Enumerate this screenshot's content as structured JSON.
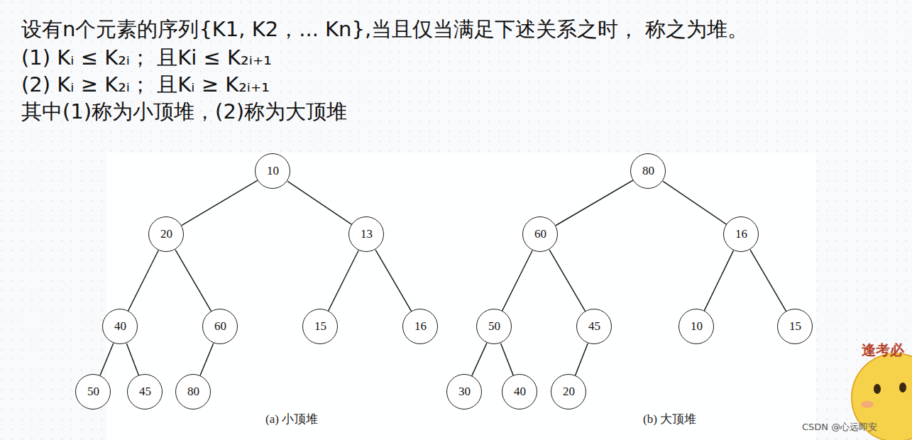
{
  "diagram": {
    "nodes": [
      {
        "text": [
          "10"
        ]
      },
      {
        "text": [
          "20"
        ]
      },
      {
        "text": [
          "13"
        ]
      },
      {
        "text": [
          "40"
        ]
      },
      {
        "text": [
          "60"
        ]
      },
      {
        "text": [
          "15"
        ]
      },
      {
        "text": [
          "16"
        ]
      },
      {
        "text": [
          "50"
        ]
      },
      {
        "text": [
          "45"
        ]
      },
      {
        "text": [
          "80"
        ]
      },
      {
        "text": [
          "80"
        ]
      },
      {
        "text": [
          "60"
        ]
      },
      {
        "text": [
          "16"
        ]
      },
      {
        "text": [
          "50"
        ]
      },
      {
        "text": [
          "45"
        ]
      },
      {
        "text": [
          "10"
        ]
      },
      {
        "text": [
          "15"
        ]
      },
      {
        "text": [
          "30"
        ]
      },
      {
        "text": [
          "40"
        ]
      },
      {
        "text": [
          "20"
        ]
      }
    ],
    "edges": [
      {
        "from": 0,
        "to": 1,
        "arrow": "none"
      },
      {
        "from": 0,
        "to": 2,
        "arrow": "none"
      },
      {
        "from": 1,
        "to": 3,
        "arrow": "none"
      },
      {
        "from": 1,
        "to": 4,
        "arrow": "none"
      },
      {
        "from": 2,
        "to": 5,
        "arrow": "none"
      },
      {
        "from": 2,
        "to": 6,
        "arrow": "none"
      },
      {
        "from": 3,
        "to": 7,
        "arrow": "none"
      },
      {
        "from": 3,
        "to": 8,
        "arrow": "none"
      },
      {
        "from": 4,
        "to": 9,
        "arrow": "none"
      },
      {
        "from": 10,
        "to": 11,
        "arrow": "none"
      },
      {
        "from": 10,
        "to": 12,
        "arrow": "none"
      },
      {
        "from": 11,
        "to": 13,
        "arrow": "none"
      },
      {
        "from": 11,
        "to": 14,
        "arrow": "none"
      },
      {
        "from": 12,
        "to": 15,
        "arrow": "none"
      },
      {
        "from": 12,
        "to": 16,
        "arrow": "none"
      },
      {
        "from": 13,
        "to": 17,
        "arrow": "none"
      },
      {
        "from": 13,
        "to": 18,
        "arrow": "none"
      },
      {
        "from": 14,
        "to": 19,
        "arrow": "none"
      }
    ],
    "labels": [
      "设有n个元素的序列{K1, K2，... Kn},当且仅当满足下述关系之时， 称之为堆。",
      "(1) Kᵢ ≤ K₂ᵢ； 且Ki ≤ K₂ᵢ₊₁",
      "(2) Kᵢ ≥ K₂ᵢ； 且Kᵢ ≥ K₂ᵢ₊₁",
      "其中(1)称为小顶堆，(2)称为大顶堆",
      "(a) 小顶堆",
      "(b) 大顶堆",
      "逢考必",
      "CSDN @心远即安"
    ]
  }
}
